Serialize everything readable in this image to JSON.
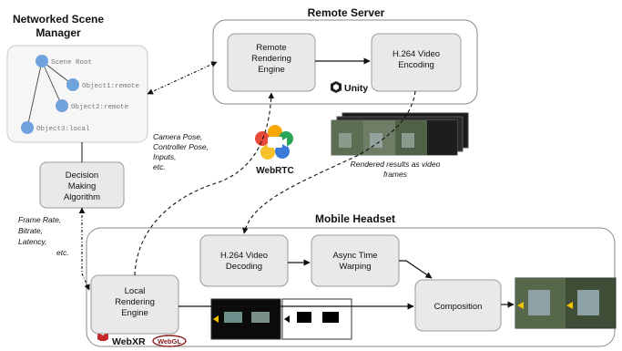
{
  "scene_manager": {
    "title_line1": "Networked Scene",
    "title_line2": "Manager",
    "nodes": [
      "Scene Root",
      "Object1:remote",
      "Object2:remote",
      "Object3:local"
    ]
  },
  "decision": {
    "line1": "Decision",
    "line2": "Making",
    "line3": "Algorithm"
  },
  "remote_server": {
    "title": "Remote Server",
    "rendering_line1": "Remote",
    "rendering_line2": "Rendering",
    "rendering_line3": "Engine",
    "encoding_line1": "H.264 Video",
    "encoding_line2": "Encoding",
    "unity_label": "Unity"
  },
  "mobile_headset": {
    "title": "Mobile Headset",
    "decoding_line1": "H.264 Video",
    "decoding_line2": "Decoding",
    "atw_line1": "Async Time",
    "atw_line2": "Warping",
    "local_line1": "Local",
    "local_line2": "Rendering",
    "local_line3": "Engine",
    "composition": "Composition",
    "webxr_label": "WebXR",
    "webgl_label": "WebGL"
  },
  "annotations": {
    "camera_line1": "Camera Pose,",
    "camera_line2": "Controller Pose,",
    "camera_line3": "Inputs,",
    "camera_line4": "etc.",
    "webrtc_label": "WebRTC",
    "frames_line1": "Rendered results as video",
    "frames_line2": "frames",
    "metrics_line1": "Frame Rate,",
    "metrics_line2": "Bitrate,",
    "metrics_line3": "Latency,",
    "metrics_line4": "etc."
  }
}
